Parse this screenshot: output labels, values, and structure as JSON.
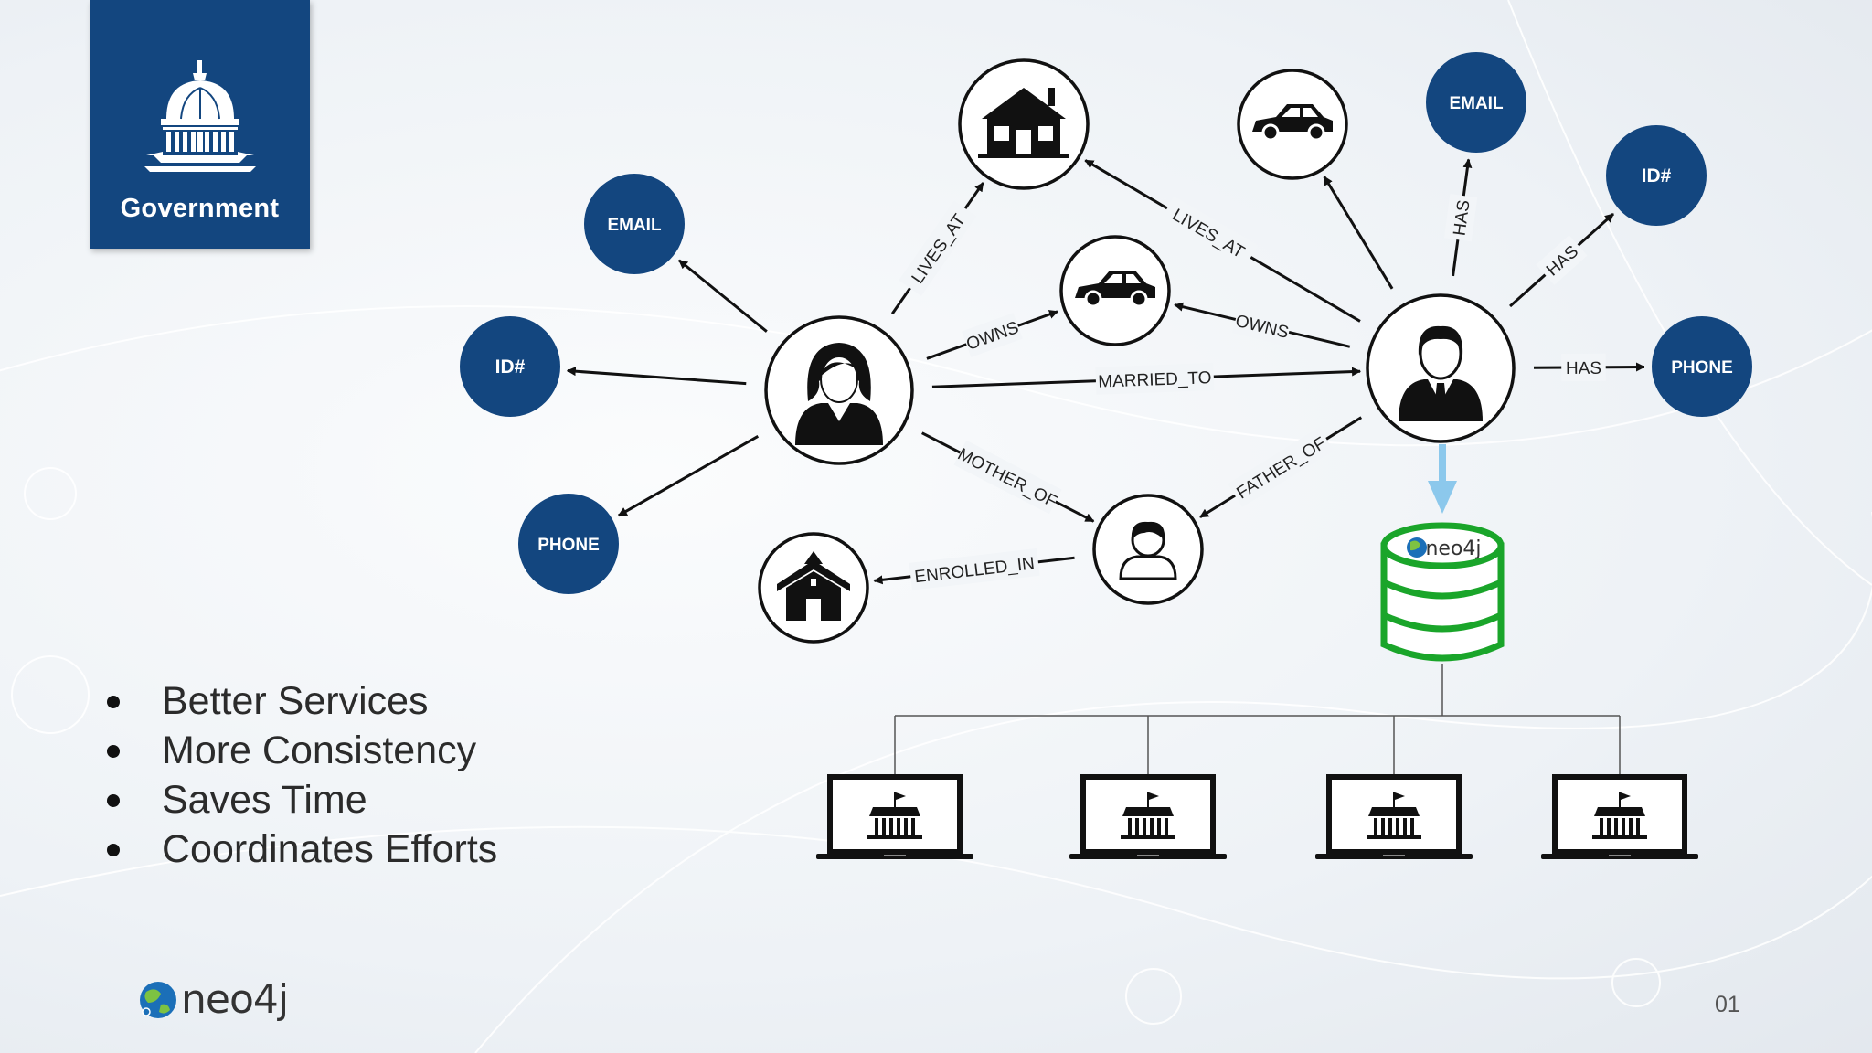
{
  "header": {
    "category_label": "Government",
    "category_icon": "capitol-building-icon"
  },
  "bullets": [
    "Better Services",
    "More Consistency",
    "Saves Time",
    "Coordinates Efforts"
  ],
  "footer": {
    "logo_text": "neo4j",
    "page_number": "01"
  },
  "diagram": {
    "database_label": "neo4j",
    "nodes": [
      {
        "id": "woman",
        "icon": "woman-icon"
      },
      {
        "id": "man",
        "icon": "man-icon"
      },
      {
        "id": "house",
        "icon": "house-icon"
      },
      {
        "id": "car1",
        "icon": "car-icon"
      },
      {
        "id": "car2",
        "icon": "car-icon"
      },
      {
        "id": "child",
        "icon": "child-icon"
      },
      {
        "id": "school",
        "icon": "school-icon"
      },
      {
        "id": "w_email",
        "label": "EMAIL"
      },
      {
        "id": "w_id",
        "label": "ID#"
      },
      {
        "id": "w_phone",
        "label": "PHONE"
      },
      {
        "id": "m_email",
        "label": "EMAIL"
      },
      {
        "id": "m_id",
        "label": "ID#"
      },
      {
        "id": "m_phone",
        "label": "PHONE"
      }
    ],
    "edges": [
      {
        "from": "woman",
        "to": "w_email",
        "label": ""
      },
      {
        "from": "woman",
        "to": "w_id",
        "label": ""
      },
      {
        "from": "woman",
        "to": "w_phone",
        "label": ""
      },
      {
        "from": "woman",
        "to": "house",
        "label": "LIVES_AT"
      },
      {
        "from": "woman",
        "to": "car2",
        "label": "OWNS"
      },
      {
        "from": "woman",
        "to": "man",
        "label": "MARRIED_TO"
      },
      {
        "from": "woman",
        "to": "child",
        "label": "MOTHER_OF"
      },
      {
        "from": "child",
        "to": "school",
        "label": "ENROLLED_IN"
      },
      {
        "from": "man",
        "to": "house",
        "label": "LIVES_AT"
      },
      {
        "from": "man",
        "to": "car2",
        "label": "OWNS"
      },
      {
        "from": "man",
        "to": "car1",
        "label": ""
      },
      {
        "from": "man",
        "to": "m_email",
        "label": "HAS"
      },
      {
        "from": "man",
        "to": "m_id",
        "label": "HAS"
      },
      {
        "from": "man",
        "to": "m_phone",
        "label": "HAS"
      },
      {
        "from": "man",
        "to": "child",
        "label": "FATHER_OF"
      }
    ],
    "terminals": [
      {
        "id": "terminal-1",
        "icon": "government-building-icon"
      },
      {
        "id": "terminal-2",
        "icon": "government-building-icon"
      },
      {
        "id": "terminal-3",
        "icon": "government-building-icon"
      },
      {
        "id": "terminal-4",
        "icon": "government-building-icon"
      }
    ],
    "colors": {
      "blue_node": "#13467f",
      "db_green": "#1aa52a",
      "flow_arrow": "#8cc8ec"
    }
  }
}
